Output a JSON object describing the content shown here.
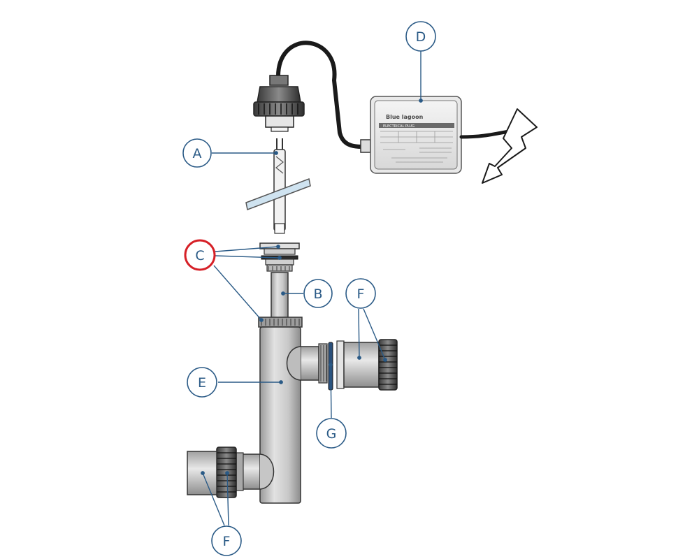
{
  "callouts": {
    "A": "A",
    "B": "B",
    "C": "C",
    "D": "D",
    "E": "E",
    "F_right": "F",
    "F_left": "F",
    "G": "G"
  },
  "highlighted_callout": "C",
  "ballast_label": {
    "brand": "Blue lagoon",
    "band": "ELECTRICAL PLUG"
  },
  "colors": {
    "callout": "#2a5a86",
    "highlight": "#d62027",
    "body": "#c4c4c4",
    "outline": "#333333",
    "quartz": "#cfe3f0"
  }
}
